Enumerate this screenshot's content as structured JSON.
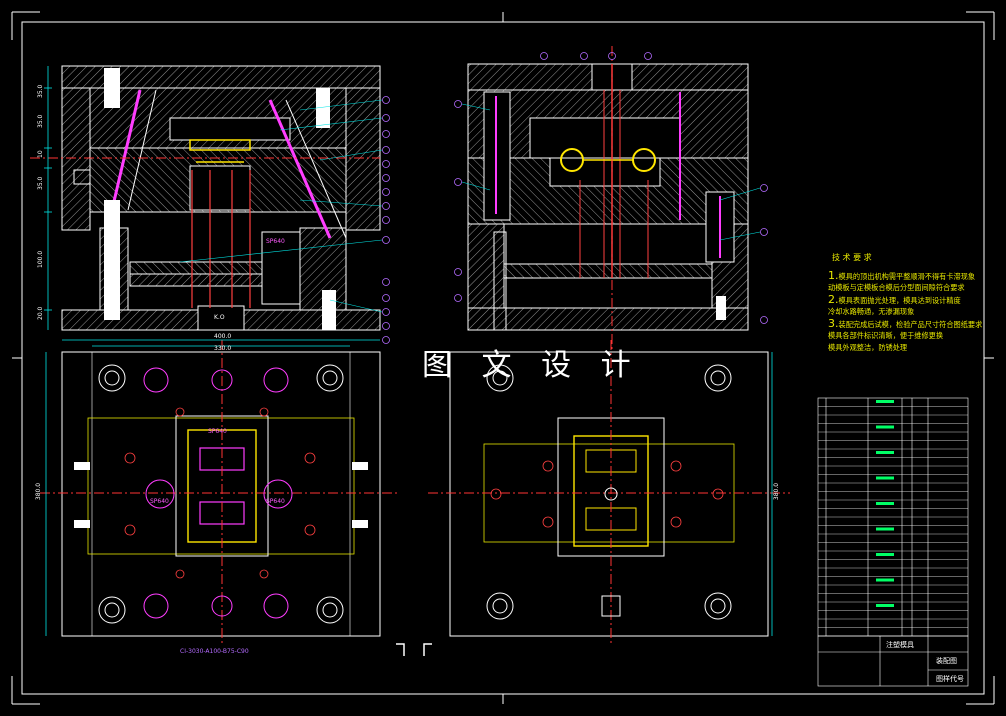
{
  "watermark": "图 文 设 计",
  "notes": {
    "title": "技 术 要 求",
    "lines": [
      {
        "num": "1.",
        "text": "模具的顶出机构需平整顺滑不得有卡滞现象"
      },
      {
        "num": "",
        "text": "动模板与定模板合模后分型面间隙符合要求"
      },
      {
        "num": "2.",
        "text": "模具表面抛光处理，模具达到设计精度"
      },
      {
        "num": "",
        "text": "冷却水路畅通，无渗漏现象"
      },
      {
        "num": "3.",
        "text": "装配完成后试模，检验产品尺寸符合图纸要求"
      },
      {
        "num": "",
        "text": "模具各部件标识清晰，便于维修更换"
      },
      {
        "num": "",
        "text": "模具外观整洁，防锈处理"
      }
    ]
  },
  "dims": {
    "top_width_inner": "330.0",
    "top_width_outer": "400.0",
    "left_height": "380.0",
    "right_height": "380.0",
    "v_stack": [
      "20.0",
      "100.0",
      "35.0",
      "10",
      "35.0",
      "35.0"
    ]
  },
  "labels": {
    "sp_top": "SP640",
    "sp_plan_top": "SP640",
    "sp_plan_left": "SP640",
    "sp_plan_right": "SP640",
    "ko": "K.O",
    "spec": "CI-3030-A100-B75-C90"
  },
  "title_block": {
    "name": "注塑模具",
    "drawing": "装配图",
    "code": "图样代号"
  },
  "colors": {
    "bg": "#000000",
    "frame": "#ffffff",
    "outline": "#ffffff",
    "hatch": "#c8c8c8",
    "center": "#ff3333",
    "dim": "#00e5e5",
    "insert": "#e6e600",
    "ejector": "#ff3dff",
    "bolt": "#00ff66",
    "balloon": "#b36bff",
    "table": "#ffffff"
  }
}
